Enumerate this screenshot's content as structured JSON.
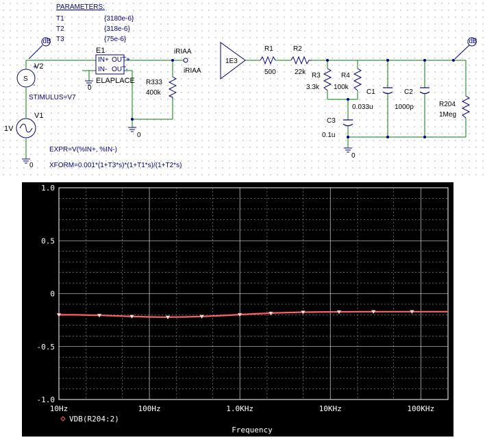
{
  "schematic": {
    "parameters": {
      "header": "PARAMETERS:",
      "rows": [
        {
          "name": "T1",
          "value": "{3180e-6}"
        },
        {
          "name": "T2",
          "value": "{318e-6}"
        },
        {
          "name": "T3",
          "value": "{75e-6}"
        }
      ]
    },
    "parts": {
      "v2_label": "V2",
      "v2_source_symbol": "S",
      "stimulus": "STIMULUS=V7",
      "v1_label": "V1",
      "v1_value": "1V",
      "e1_label": "E1",
      "e1_in_plus": "IN+",
      "e1_in_minus": "IN-",
      "e1_out_plus": "OUT+",
      "e1_out_minus": "OUT-",
      "e1_type": "ELAPLACE",
      "r333_label": "R333",
      "r333_value": "400k",
      "net_iriaa_top": "iRIAA",
      "net_iriaa": "iRIAA",
      "gain": "1E3",
      "r1_label": "R1",
      "r1_value": "500",
      "r2_label": "R2",
      "r2_value": "22k",
      "r3_label": "R3",
      "r3_value": "3.3k",
      "r4_label": "R4",
      "r4_value": "100k",
      "c1_label": "C1",
      "c1_value": "0.033u",
      "c2_label": "C2",
      "c2_value": "1000p",
      "c3_label": "C3",
      "c3_value": "0.1u",
      "r204_label": "R204",
      "r204_value": "1Meg",
      "ground": "0",
      "probe_marker": "dB"
    },
    "expr": "EXPR=V(%IN+, %IN-)",
    "xform": "XFORM=0.001*(1+T3*s)*(1+T1*s)/(1+T2*s)"
  },
  "chart_data": {
    "type": "line",
    "title": "",
    "xlabel": "Frequency",
    "ylabel": "",
    "xscale": "log",
    "xlim": [
      10,
      200000
    ],
    "ylim": [
      -1.0,
      1.0
    ],
    "grid": true,
    "y_ticks": [
      "1.0",
      "0.5",
      "0",
      "-0.5",
      "-1.0"
    ],
    "x_ticks": [
      {
        "value": 10,
        "label": "10Hz"
      },
      {
        "value": 100,
        "label": "100Hz"
      },
      {
        "value": 1000,
        "label": "1.0KHz"
      },
      {
        "value": 10000,
        "label": "10KHz"
      },
      {
        "value": 100000,
        "label": "100KHz"
      }
    ],
    "legend": "bottom-left",
    "series": [
      {
        "name": "VDB(R204:2)",
        "color": "#ff6060",
        "x": [
          10,
          15,
          30,
          60,
          100,
          150,
          250,
          400,
          600,
          1000,
          1500,
          2500,
          5000,
          10000,
          20000,
          50000,
          100000,
          200000
        ],
        "values": [
          -0.2,
          -0.2,
          -0.205,
          -0.215,
          -0.22,
          -0.222,
          -0.22,
          -0.215,
          -0.208,
          -0.198,
          -0.19,
          -0.182,
          -0.175,
          -0.172,
          -0.171,
          -0.17,
          -0.17,
          -0.17
        ]
      }
    ],
    "markers": {
      "x": [
        10,
        28,
        64,
        160,
        380,
        1000,
        2200,
        5000,
        12500,
        30000,
        80000
      ],
      "values": [
        -0.2,
        -0.205,
        -0.215,
        -0.222,
        -0.215,
        -0.198,
        -0.185,
        -0.175,
        -0.172,
        -0.17,
        -0.17
      ]
    }
  }
}
